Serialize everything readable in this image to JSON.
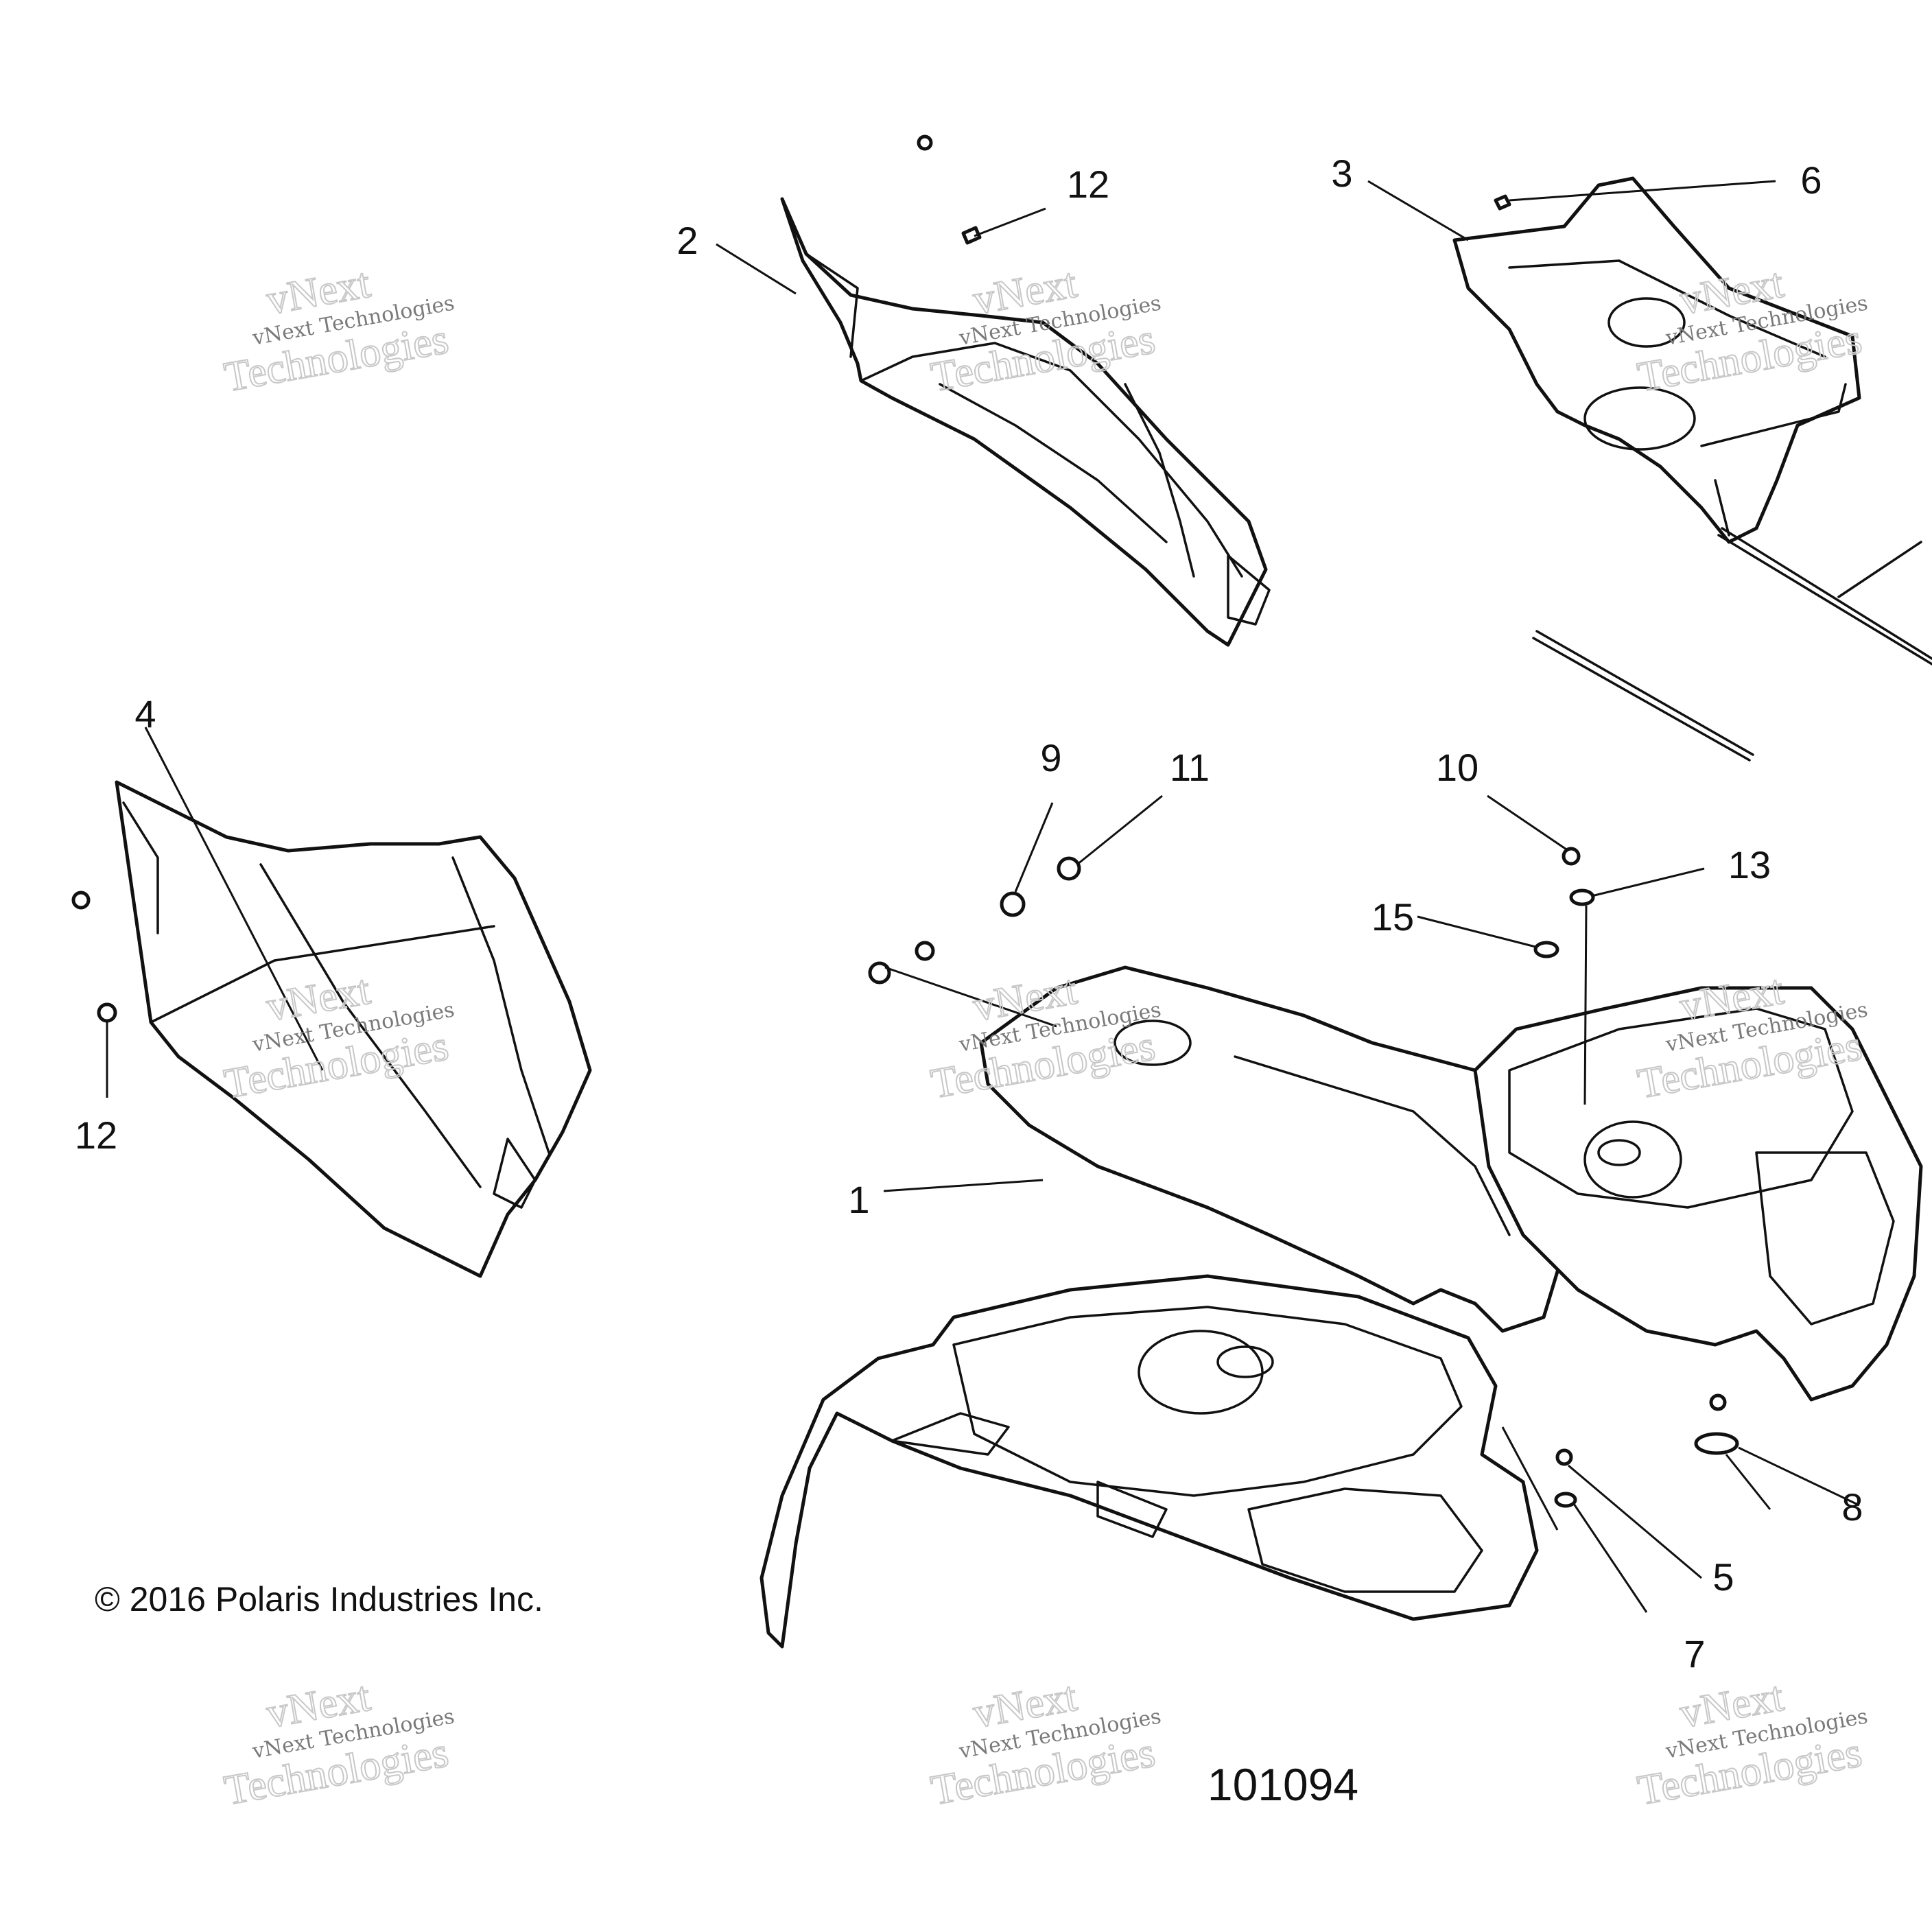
{
  "callouts": [
    "1",
    "2",
    "3",
    "4",
    "5",
    "6",
    "7",
    "8",
    "9",
    "10",
    "11",
    "12",
    "12",
    "13",
    "15"
  ],
  "copyright": "© 2016 Polaris Industries Inc.",
  "diagram_number": "101094",
  "watermark": {
    "line1": "vNext",
    "line2": "vNext Technologies",
    "line3": "Technologies"
  },
  "colors": {
    "line": "#111111",
    "background": "#ffffff",
    "watermark": "#c8c8c8"
  }
}
